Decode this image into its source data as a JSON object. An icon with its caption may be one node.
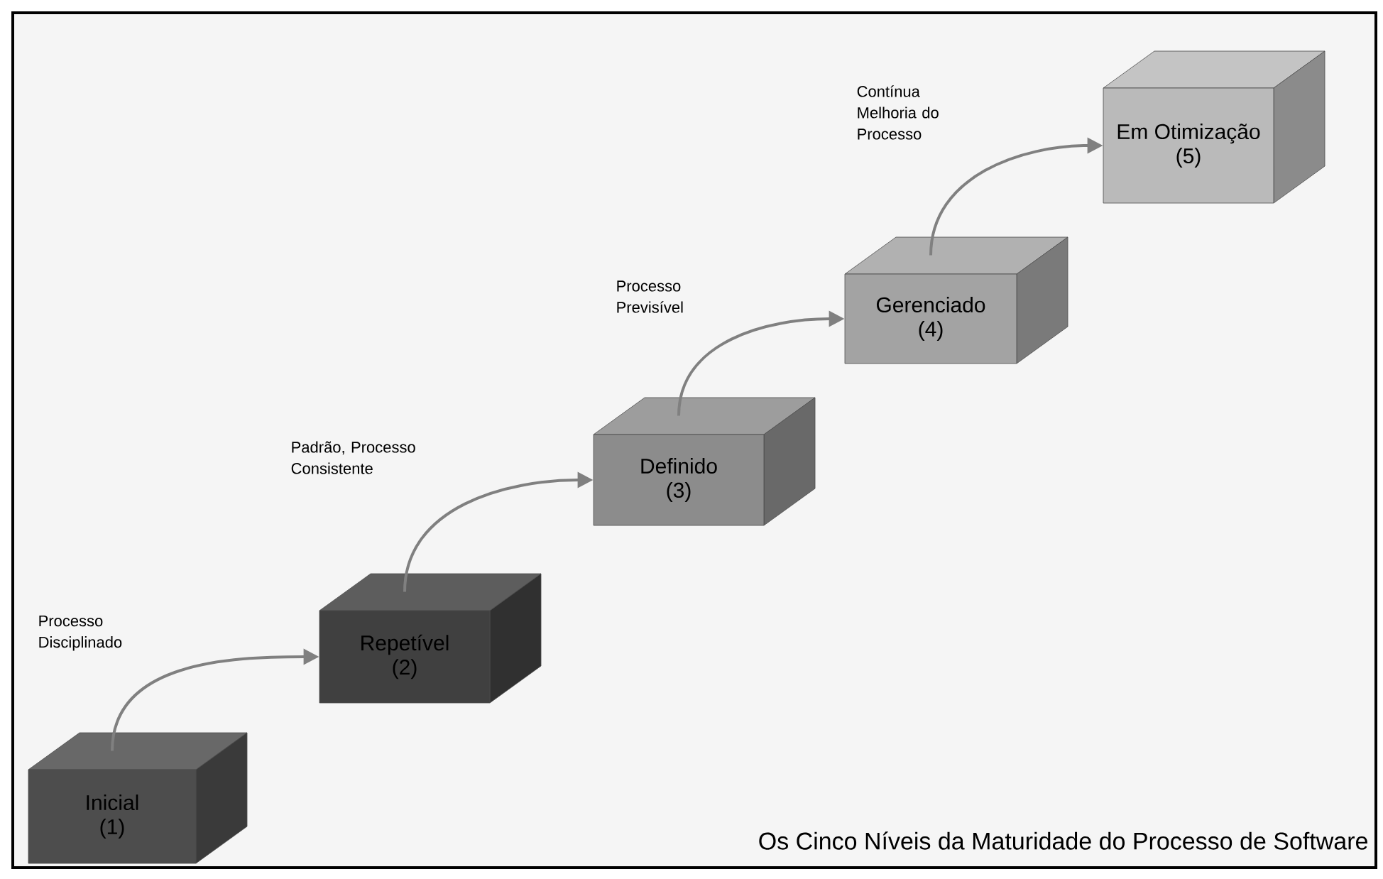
{
  "diagram": {
    "caption": "Os Cinco Níveis da Maturidade do Processo de Software",
    "nodes": [
      {
        "text": [
          "Inicial",
          "(1)"
        ]
      },
      {
        "text": [
          "Repetível",
          "(2)"
        ]
      },
      {
        "text": [
          "Definido",
          "(3)"
        ]
      },
      {
        "text": [
          "Gerenciado",
          "(4)"
        ]
      },
      {
        "text": [
          "Em Otimização",
          "(5)"
        ]
      }
    ],
    "edges": [
      {
        "from": 0,
        "to": 1,
        "arrow": "to",
        "label": "Processo Disciplinado"
      },
      {
        "from": 1,
        "to": 2,
        "arrow": "to",
        "label": "Padrão, Processo Consistente"
      },
      {
        "from": 2,
        "to": 3,
        "arrow": "to",
        "label": "Processo Previsível"
      },
      {
        "from": 3,
        "to": 4,
        "arrow": "to",
        "label": "Contínua Melhoria do Processo"
      }
    ]
  }
}
